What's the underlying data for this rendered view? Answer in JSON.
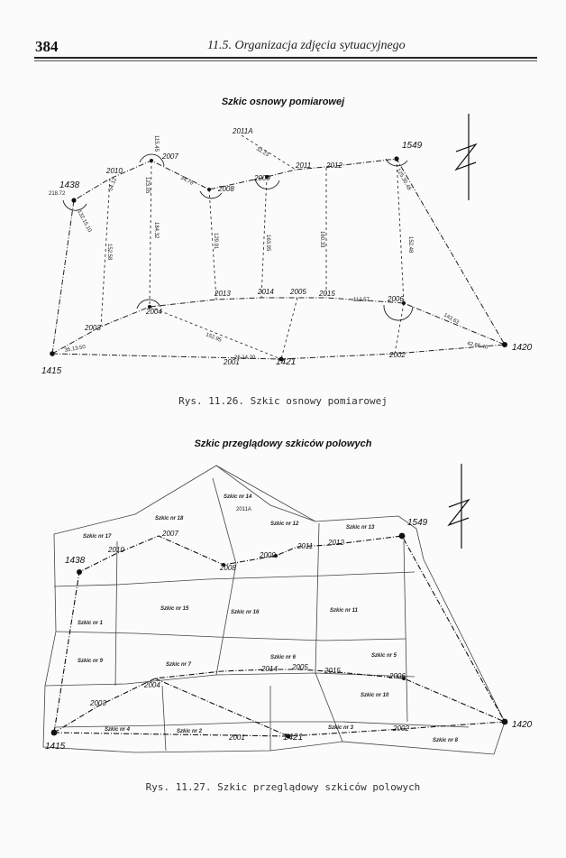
{
  "header": {
    "page_number": "384",
    "section_title": "11.5. Organizacja zdjęcia sytuacyjnego"
  },
  "figure1": {
    "title": "Szkic osnowy pomiarowej",
    "caption": "Rys. 11.26. Szkic osnowy pomiarowej",
    "points": {
      "p1438": "1438",
      "p2010": "2010",
      "p2007": "2007",
      "p2008": "2008",
      "p2009": "2009",
      "p2011": "2011",
      "p2011A": "2011A",
      "p2012": "2012",
      "p1549": "1549",
      "p2013": "2013",
      "p2014": "2014",
      "p2005": "2005",
      "p2015": "2015",
      "p2006": "2006",
      "p2004": "2004",
      "p2003": "2003",
      "p2001": "2001",
      "p2002": "2002",
      "p1415": "1415",
      "p1421": "1421",
      "p1420": "1420"
    },
    "measures": {
      "m1": "218.72",
      "m2": "54.12",
      "m3": "132.15.10",
      "m4": "152.58",
      "m5": "34.76",
      "m6": "115.45",
      "m7": "123.05",
      "m8": "184.32",
      "m9": "129.91",
      "m10": "32.23",
      "m11": "163.95",
      "m12": "160.33",
      "m13": "112.57",
      "m14": "152.48",
      "m15": "152.95",
      "m16": "42.66.40",
      "m17": "35.13.50",
      "m18": "26.14.20",
      "m19": "143.63",
      "m20": "125.30.48"
    }
  },
  "figure2": {
    "title": "Szkic przeglądowy szkiców polowych",
    "caption": "Rys. 11.27. Szkic przeglądowy szkiców polowych",
    "points": {
      "p1438": "1438",
      "p2010": "2010",
      "p2007": "2007",
      "p2008": "2008",
      "p2009": "2009",
      "p2011": "2011",
      "p2012": "2012",
      "p1549": "1549",
      "p2011A": "2011A",
      "p2014": "2014",
      "p2005": "2005",
      "p2015": "2015",
      "p2006": "2006",
      "p2004": "2004",
      "p2003": "2003",
      "p2001": "2001",
      "p2002": "2002",
      "p1415": "1415",
      "p1421": "1421",
      "p1420": "1420"
    },
    "sheets": {
      "s1": "Szkic nr 1",
      "s2": "Szkic nr 2",
      "s3": "Szkic nr 3",
      "s4": "Szkic nr 4",
      "s5": "Szkic nr 5",
      "s6": "Szkic nr 6",
      "s7": "Szkic nr 7",
      "s8": "Szkic nr 8",
      "s9": "Szkic nr 9",
      "s10": "Szkic nr 10",
      "s11": "Szkic nr 11",
      "s12": "Szkic nr 12",
      "s13": "Szkic nr 13",
      "s14": "Szkic nr 14",
      "s15": "Szkic nr 15",
      "s16": "Szkic nr 16",
      "s17": "Szkic nr 17",
      "s18": "Szkic nr 18"
    }
  }
}
